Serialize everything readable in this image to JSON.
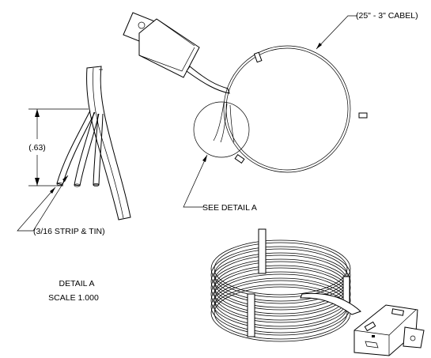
{
  "callouts": {
    "cable_length": "(25\" - 3\" CABEL)",
    "see_detail": "SEE DETAIL  A",
    "strip_tin": "(3/16 STRIP & TIN)",
    "dimension": "(.63)"
  },
  "detail": {
    "title": "DETAIL  A",
    "scale": "SCALE  1.000"
  },
  "colors": {
    "line": "#000000",
    "background": "#ffffff"
  }
}
